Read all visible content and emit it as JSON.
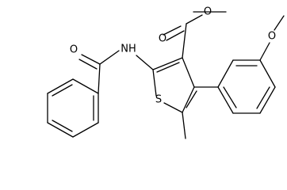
{
  "structure": {
    "atoms": {
      "o_carbonyl": "O",
      "o_ester": "O",
      "nh": "NH",
      "o_amide": "O",
      "s": "S",
      "o_ether": "O"
    },
    "colors": {
      "bond": "#000000",
      "label": "#000000",
      "background": "#ffffff"
    }
  }
}
